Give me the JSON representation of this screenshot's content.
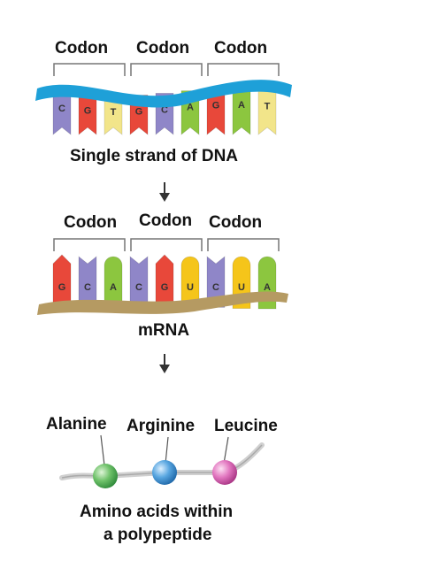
{
  "dna": {
    "codons": [
      "Codon",
      "Codon",
      "Codon"
    ],
    "bases": [
      "C",
      "G",
      "T",
      "G",
      "C",
      "A",
      "G",
      "A",
      "T"
    ],
    "caption": "Single strand of DNA"
  },
  "mrna": {
    "codons": [
      "Codon",
      "Codon",
      "Codon"
    ],
    "bases": [
      "G",
      "C",
      "A",
      "C",
      "G",
      "U",
      "C",
      "U",
      "A"
    ],
    "caption": "mRNA"
  },
  "amino_acids": {
    "names": [
      "Alanine",
      "Arginine",
      "Leucine"
    ],
    "caption_line1": "Amino acids within",
    "caption_line2": "a polypeptide"
  },
  "colors": {
    "dna_backbone": "#1ea0d8",
    "mrna_backbone": "#b59a62",
    "base_C": "#8f86c8",
    "base_G": "#e8483a",
    "base_T": "#f2e58a",
    "base_A": "#8cc63f",
    "base_U": "#f5c51a",
    "alanine": "#4fb05a",
    "arginine": "#3a8ed0",
    "leucine": "#d958a8"
  }
}
